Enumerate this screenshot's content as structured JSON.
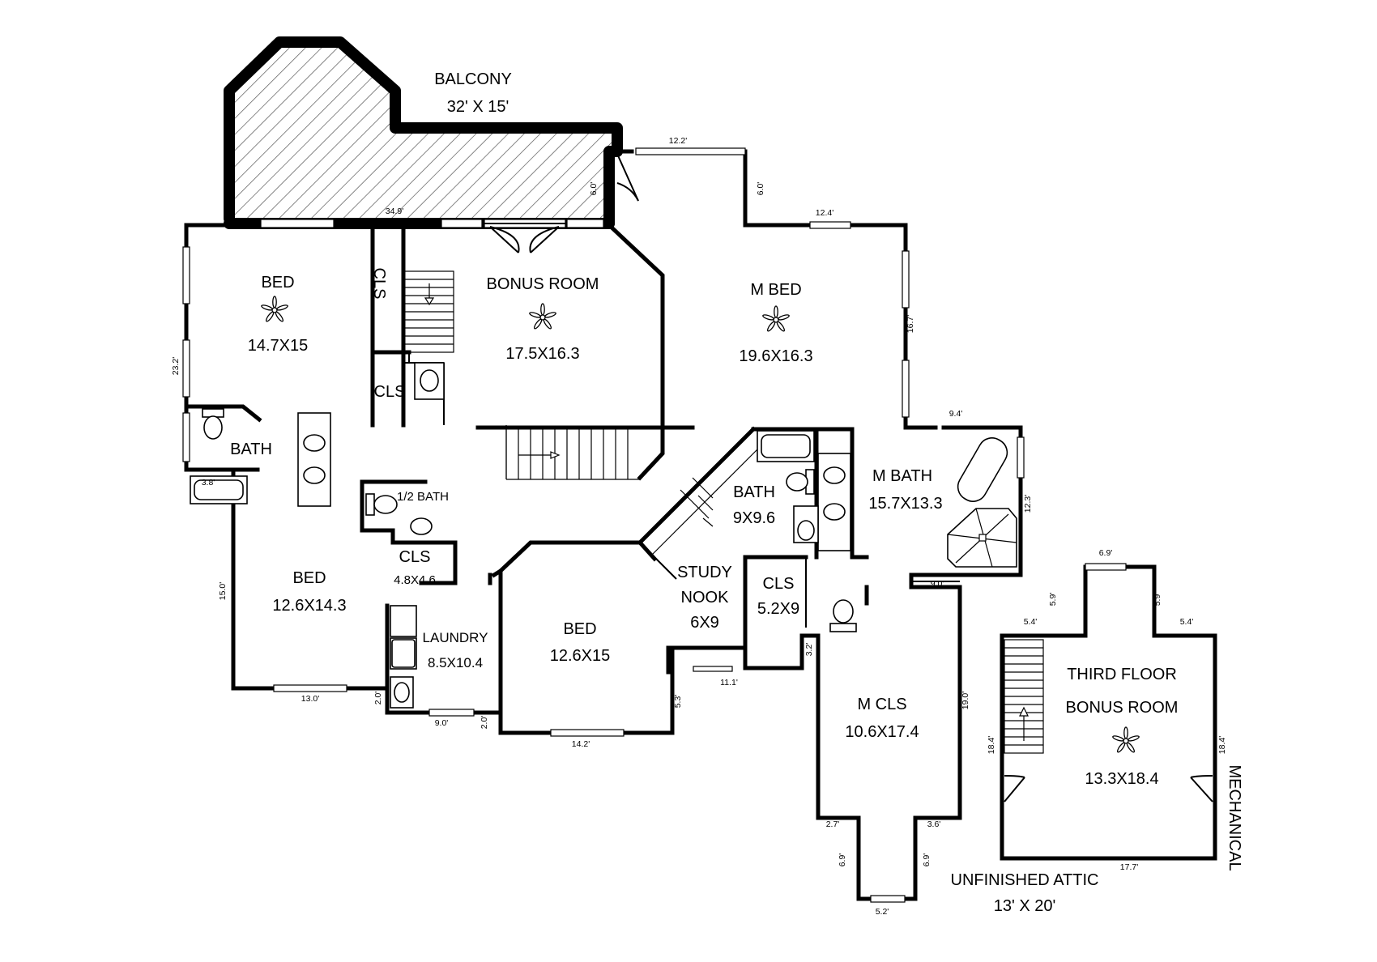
{
  "rooms": {
    "balcony": {
      "name": "BALCONY",
      "size": "32' X 15'"
    },
    "bed_nw": {
      "name": "BED",
      "size": "14.7X15"
    },
    "cls_upper": {
      "name": "CLS"
    },
    "cls_lower": {
      "name": "CLS"
    },
    "bonus": {
      "name": "BONUS ROOM",
      "size": "17.5X16.3"
    },
    "m_bed": {
      "name": "M BED",
      "size": "19.6X16.3"
    },
    "bath_w": {
      "name": "BATH"
    },
    "half_bath": {
      "name": "1/2 BATH"
    },
    "cls_mid": {
      "name": "CLS",
      "size": "4.8X4.6"
    },
    "bed_sw": {
      "name": "BED",
      "size": "12.6X14.3"
    },
    "laundry": {
      "name": "LAUNDRY",
      "size": "8.5X10.4"
    },
    "bed_s": {
      "name": "BED",
      "size": "12.6X15"
    },
    "study": {
      "line1": "STUDY",
      "line2": "NOOK",
      "size": "6X9"
    },
    "bath_c": {
      "name": "BATH",
      "size": "9X9.6"
    },
    "cls_c": {
      "name": "CLS",
      "size": "5.2X9"
    },
    "m_bath": {
      "name": "M BATH",
      "size": "15.7X13.3"
    },
    "m_cls": {
      "name": "M CLS",
      "size": "10.6X17.4"
    },
    "third": {
      "line1": "THIRD FLOOR",
      "line2": "BONUS ROOM",
      "size": "13.3X18.4"
    },
    "attic": {
      "name": "UNFINISHED ATTIC",
      "size": "13' X 20'"
    },
    "mechanical": {
      "name": "MECHANICAL"
    }
  },
  "dims": {
    "d34_9": "34.9'",
    "d6_0a": "6.0'",
    "d12_2": "12.2'",
    "d6_0b": "6.0'",
    "d12_4": "12.4'",
    "d16_7": "16.7'",
    "d23_2": "23.2'",
    "d3_8": "3.8'",
    "d15_0": "15.0'",
    "d13_0": "13.0'",
    "d2_0a": "2.0'",
    "d9_0a": "9.0'",
    "d2_0b": "2.0'",
    "d14_2": "14.2'",
    "d5_3": "5.3'",
    "d11_1": "11.1'",
    "d3_2": "3.2'",
    "d9_4": "9.4'",
    "d12_3": "12.3'",
    "d9_0b": "9.0'",
    "d19_0": "19.0'",
    "d2_7": "2.7'",
    "d3_6": "3.6'",
    "d6_9a": "6.9'",
    "d6_9b": "6.9'",
    "d5_2": "5.2'",
    "d6_9c": "6.9'",
    "d5_9a": "5.9'",
    "d5_9b": "5.9'",
    "d5_4a": "5.4'",
    "d5_4b": "5.4'",
    "d18_4a": "18.4'",
    "d18_4b": "18.4'",
    "d17_7": "17.7'"
  }
}
